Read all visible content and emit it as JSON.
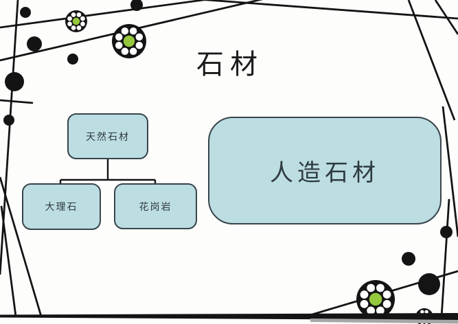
{
  "slide": {
    "title": "石材",
    "hierarchy": {
      "root": {
        "label": "天然石材"
      },
      "children": [
        {
          "label": "大理石"
        },
        {
          "label": "花岗岩"
        }
      ]
    },
    "standalone": {
      "label": "人造石材"
    }
  },
  "colors": {
    "ink": "#141414",
    "accent_green": "#95c83d",
    "petal_white": "#ffffff",
    "node_fill": "#bcdde2",
    "node_border": "#37444a",
    "node_text": "#2e3a40",
    "title_text": "#1b1b1b",
    "shadow_gray": "#a6a6a6"
  },
  "decor_icons": {
    "ornament": "flower-dot-ornament",
    "dot": "black-dot-ornament",
    "line": "crossing-line-ornament"
  }
}
